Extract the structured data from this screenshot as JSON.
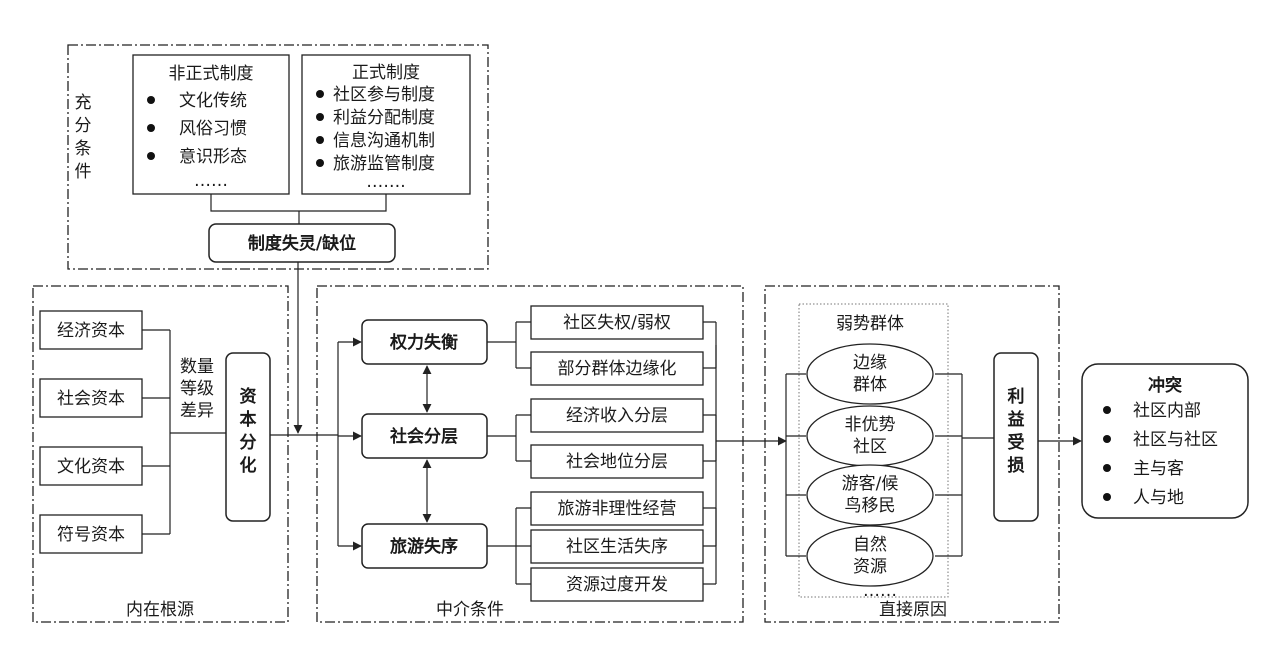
{
  "sufficient": {
    "label": "充分条件",
    "informal": {
      "title": "非正式制度",
      "items": [
        "文化传统",
        "风俗习惯",
        "意识形态"
      ],
      "more": "……"
    },
    "formal": {
      "title": "正式制度",
      "items": [
        "社区参与制度",
        "利益分配制度",
        "信息沟通机制",
        "旅游监管制度"
      ],
      "more": "……."
    },
    "failure": "制度失灵/缺位"
  },
  "root": {
    "label": "内在根源",
    "capitals": [
      "经济资本",
      "社会资本",
      "文化资本",
      "符号资本"
    ],
    "diff_text": [
      "数量",
      "等级",
      "差异"
    ],
    "differentiation": [
      "资",
      "本",
      "分",
      "化"
    ]
  },
  "mediating": {
    "label": "中介条件",
    "nodes": [
      {
        "name": "权力失衡",
        "subs": [
          "社区失权/弱权",
          "部分群体边缘化"
        ]
      },
      {
        "name": "社会分层",
        "subs": [
          "经济收入分层",
          "社会地位分层"
        ]
      },
      {
        "name": "旅游失序",
        "subs": [
          "旅游非理性经营",
          "社区生活失序",
          "资源过度开发"
        ]
      }
    ]
  },
  "direct": {
    "label": "直接原因",
    "group_title": "弱势群体",
    "groups": [
      [
        "边缘",
        "群体"
      ],
      [
        "非优势",
        "社区"
      ],
      [
        "游客/候",
        "鸟移民"
      ],
      [
        "自然",
        "资源"
      ]
    ],
    "more": "……",
    "harm": [
      "利",
      "益",
      "受",
      "损"
    ]
  },
  "conflict": {
    "title": "冲突",
    "items": [
      "社区内部",
      "社区与社区",
      "主与客",
      "人与地"
    ]
  }
}
